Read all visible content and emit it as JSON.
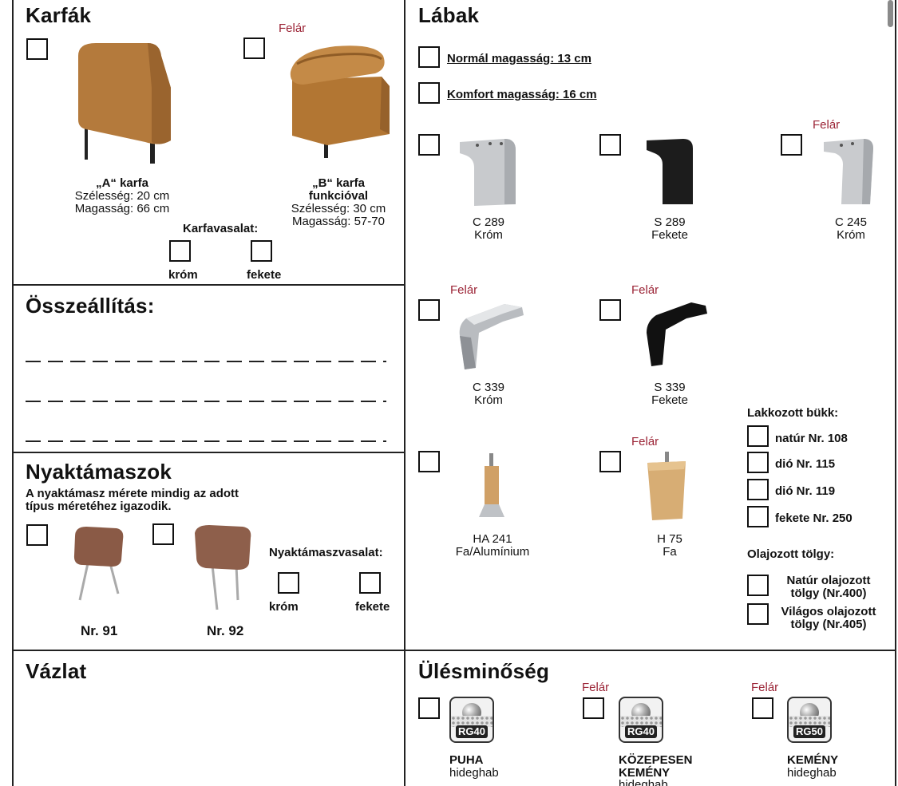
{
  "felar": "Felár",
  "karfak": {
    "title": "Karfák",
    "a": {
      "name": "„A“ karfa",
      "width": "Szélesség: 20 cm",
      "height": "Magasság: 66 cm"
    },
    "b": {
      "name1": "„B“ karfa",
      "name2": "funkcióval",
      "width": "Szélesség: 30 cm",
      "height": "Magasság: 57-70"
    },
    "fitting_label": "Karfavasalat:",
    "chrome": "króm",
    "black": "fekete"
  },
  "osszeallitas": {
    "title": "Összeállítás:"
  },
  "nyak": {
    "title": "Nyaktámaszok",
    "desc1": "A nyaktámasz mérete mindig az adott",
    "desc2": "típus méretéhez igazodik.",
    "fitting_label": "Nyaktámaszvasalat:",
    "chrome": "króm",
    "black": "fekete",
    "nr91": "Nr. 91",
    "nr92": "Nr. 92"
  },
  "vazlat": {
    "title": "Vázlat"
  },
  "labak": {
    "title": "Lábak",
    "normal": "Normál magasság: 13 cm",
    "komfort": "Komfort magasság: 16 cm",
    "legs": [
      {
        "code": "C 289",
        "finish": "Króm"
      },
      {
        "code": "S 289",
        "finish": "Fekete"
      },
      {
        "code": "C 245",
        "finish": "Króm"
      },
      {
        "code": "C 339",
        "finish": "Króm"
      },
      {
        "code": "S 339",
        "finish": "Fekete"
      },
      {
        "code": "HA 241",
        "finish": "Fa/Alumínium"
      },
      {
        "code": "H 75",
        "finish": "Fa"
      }
    ],
    "lakk_title": "Lakkozott bükk:",
    "lakk": [
      "natúr Nr. 108",
      "dió Nr. 115",
      "dió Nr. 119",
      "fekete Nr. 250"
    ],
    "olaj_title": "Olajozott tölgy:",
    "olaj1": [
      "Natúr olajozott",
      "tölgy (Nr.400)"
    ],
    "olaj2": [
      "Világos olajozott",
      "tölgy (Nr.405)"
    ]
  },
  "ules": {
    "title": "Ülésminőség",
    "opts": [
      {
        "badge": "RG40",
        "name": "PUHA",
        "sub": "hideghab"
      },
      {
        "badge": "RG40",
        "name1": "KÖZEPESEN",
        "name2": "KEMÉNY",
        "sub": "hideghab"
      },
      {
        "badge": "RG50",
        "name": "KEMÉNY",
        "sub": "hideghab"
      }
    ]
  }
}
